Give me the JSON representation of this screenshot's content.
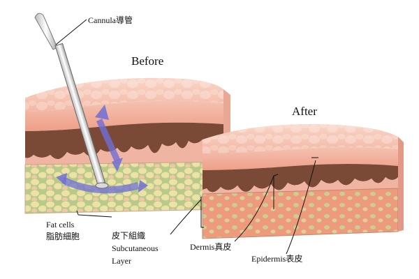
{
  "labels": {
    "cannula": "Cannula導管",
    "before": "Before",
    "after": "After",
    "fat_cells_line1": "Fat cells",
    "fat_cells_line2": "脂肪細胞",
    "subcutaneous_line1": "皮下組織",
    "subcutaneous_line2": "Subcutaneous",
    "subcutaneous_line3": "Layer",
    "dermis": "Dermis真皮",
    "epidermis": "Epidermis表皮"
  },
  "colors": {
    "epidermis": "#f6c9bb",
    "dermis": "#f1b7a3",
    "melanin": "#7a4a36",
    "fat_yellow": "#e9df9a",
    "fat_green": "#b9c98a",
    "arrow": "#6f6fd6",
    "cannula": "#e8e8e8"
  }
}
